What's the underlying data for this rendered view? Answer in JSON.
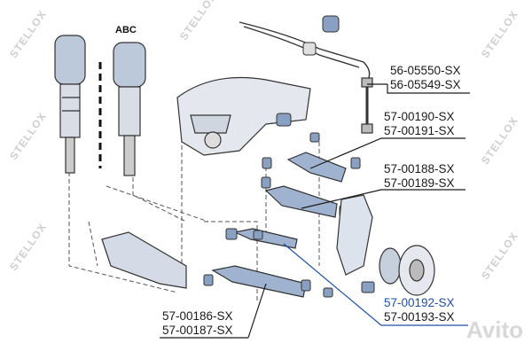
{
  "diagram": {
    "system_label": "ABC",
    "part_labels": [
      {
        "id": "56-05550",
        "text": "56-05550-SX"
      },
      {
        "id": "56-05549",
        "text": "56-05549-SX"
      },
      {
        "id": "57-00190",
        "text": "57-00190-SX"
      },
      {
        "id": "57-00191",
        "text": "57-00191-SX"
      },
      {
        "id": "57-00188",
        "text": "57-00188-SX"
      },
      {
        "id": "57-00189",
        "text": "57-00189-SX"
      },
      {
        "id": "57-00192",
        "text": "57-00192-SX"
      },
      {
        "id": "57-00193",
        "text": "57-00193-SX"
      },
      {
        "id": "57-00186",
        "text": "57-00186-SX"
      },
      {
        "id": "57-00187",
        "text": "57-00187-SX"
      }
    ],
    "highlight_color": "#1f4fa8",
    "line_color": "#1a1a1a"
  },
  "watermark": {
    "brand": "STELLOX",
    "avito": "Avito"
  }
}
